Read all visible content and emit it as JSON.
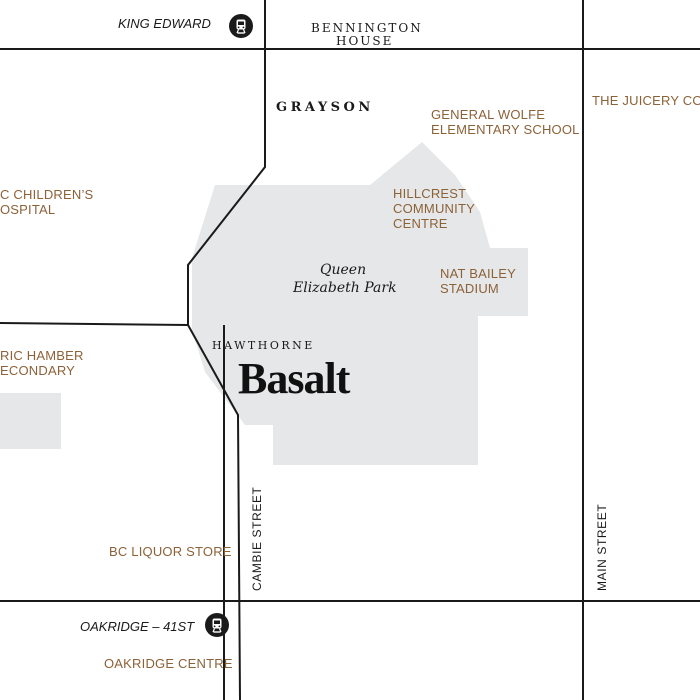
{
  "colors": {
    "background": "#ffffff",
    "park_fill": "#e6e7e8",
    "road": "#1a1a1a",
    "poi_text": "#8c6239",
    "icon_fill": "#1a1a1a"
  },
  "stations": {
    "king_edward": {
      "label": "KING EDWARD",
      "icon": "train-icon"
    },
    "oakridge": {
      "label": "OAKRIDGE – 41ST",
      "icon": "train-icon"
    }
  },
  "landmarks": {
    "bennington_line1": "BENNINGTON",
    "bennington_line2": "HOUSE",
    "grayson": "GRAYSON",
    "general_wolfe_line1": "GENERAL WOLFE",
    "general_wolfe_line2": "ELEMENTARY SCHOOL",
    "juicery": "THE JUICERY CO.",
    "childrens_line1": "C CHILDREN’S",
    "childrens_line2": "OSPITAL",
    "hillcrest_line1": "HILLCREST",
    "hillcrest_line2": "COMMUNITY",
    "hillcrest_line3": "CENTRE",
    "nat_bailey_line1": "NAT BAILEY",
    "nat_bailey_line2": "STADIUM",
    "eric_hamber_line1": "RIC HAMBER",
    "eric_hamber_line2": "ECONDARY",
    "bc_liquor": "BC LIQUOR STORE",
    "oakridge_centre": "OAKRIDGE CENTRE"
  },
  "park": {
    "line1": "Queen",
    "line2": "Elizabeth Park"
  },
  "streets": {
    "cambie": "CAMBIE STREET",
    "main": "MAIN STREET"
  },
  "brand": {
    "subtitle": "HAWTHORNE",
    "name": "Basalt"
  }
}
